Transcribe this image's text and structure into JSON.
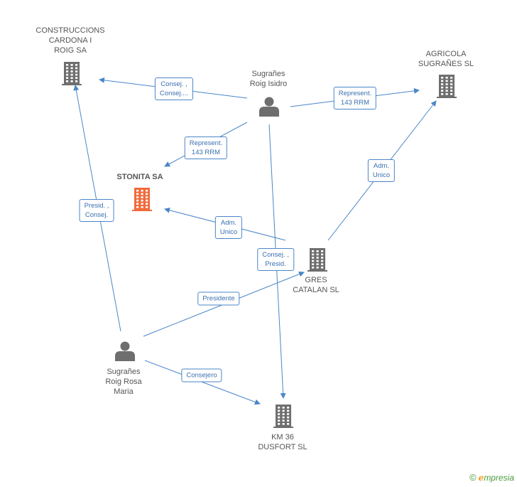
{
  "colors": {
    "edge": "#4a86c8",
    "node_gray": "#6e6e6e",
    "node_highlight": "#f26a3c"
  },
  "nodes": [
    {
      "id": "construccions",
      "kind": "company",
      "label": "CONSTRUCCIONS\nCARDONA I\nROIG SA",
      "highlight": false
    },
    {
      "id": "agricola",
      "kind": "company",
      "label": "AGRICOLA\nSUGRAÑES SL",
      "highlight": false
    },
    {
      "id": "stonita",
      "kind": "company",
      "label": "STONITA SA",
      "highlight": true
    },
    {
      "id": "gres",
      "kind": "company",
      "label": "GRES\nCATALAN SL",
      "highlight": false
    },
    {
      "id": "km36",
      "kind": "company",
      "label": "KM 36\nDUSFORT SL",
      "highlight": false
    },
    {
      "id": "isidro",
      "kind": "person",
      "label": "Sugrañes\nRoig Isidro",
      "highlight": false
    },
    {
      "id": "rosa",
      "kind": "person",
      "label": "Sugrañes\nRoig Rosa\nMaria",
      "highlight": false
    }
  ],
  "edges": [
    {
      "id": "e1",
      "from": "isidro",
      "to": "construccions",
      "label": "Consej. ,\nConsej...."
    },
    {
      "id": "e2",
      "from": "isidro",
      "to": "agricola",
      "label": "Represent.\n143 RRM"
    },
    {
      "id": "e3",
      "from": "isidro",
      "to": "stonita",
      "label": "Represent.\n143 RRM"
    },
    {
      "id": "e4",
      "from": "rosa",
      "to": "construccions",
      "label": "Presid. ,\nConsej."
    },
    {
      "id": "e5",
      "from": "gres",
      "to": "agricola",
      "label": "Adm.\nUnico"
    },
    {
      "id": "e6",
      "from": "gres",
      "to": "stonita",
      "label": "Adm.\nUnico"
    },
    {
      "id": "e7",
      "from": "isidro",
      "to": "km36",
      "label": "Consej. ,\nPresid."
    },
    {
      "id": "e8",
      "from": "rosa",
      "to": "gres",
      "label": "Presidente"
    },
    {
      "id": "e9",
      "from": "rosa",
      "to": "km36",
      "label": "Consejero"
    }
  ],
  "footer": {
    "copyright": "©",
    "brand_e": "e",
    "brand_rest": "mpresia"
  }
}
